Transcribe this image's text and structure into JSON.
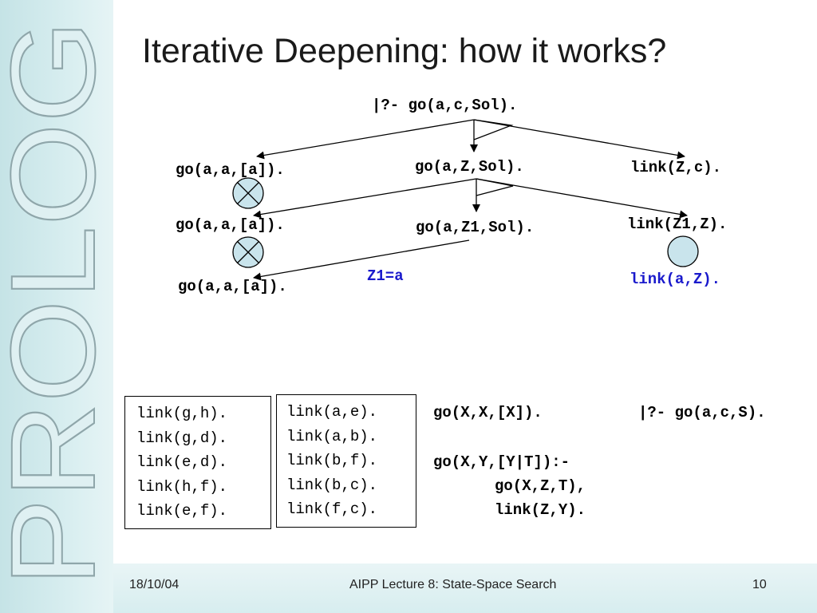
{
  "brand": {
    "text": "PROLOG"
  },
  "title": "Iterative Deepening: how it works?",
  "tree": {
    "query": "|?- go(a,c,Sol).",
    "level1": {
      "left": "go(a,a,[a]).",
      "middle": "go(a,Z,Sol).",
      "right": "link(Z,c)."
    },
    "level2": {
      "left": "go(a,a,[a]).",
      "middle": "go(a,Z1,Sol).",
      "right": "link(Z1,Z)."
    },
    "level3": {
      "left": "go(a,a,[a])."
    },
    "binding": "Z1=a",
    "right_goal": "link(a,Z)."
  },
  "facts_left": [
    "link(g,h).",
    "link(g,d).",
    "link(e,d).",
    "link(h,f).",
    "link(e,f)."
  ],
  "facts_right": [
    "link(a,e).",
    "link(a,b).",
    "link(b,f).",
    "link(b,c).",
    "link(f,c)."
  ],
  "program": {
    "base": "go(X,X,[X]).",
    "query": "|?- go(a,c,S).",
    "rule_head": "go(X,Y,[Y|T]):-",
    "rule_body1": "go(X,Z,T),",
    "rule_body2": "link(Z,Y)."
  },
  "footer": {
    "date": "18/10/04",
    "lecture": "AIPP Lecture 8: State-Space Search",
    "page": "10"
  },
  "colors": {
    "sidebar": "#c5e3e6",
    "accent_blue": "#1a1acc",
    "node_fill": "#c9e4ec"
  }
}
